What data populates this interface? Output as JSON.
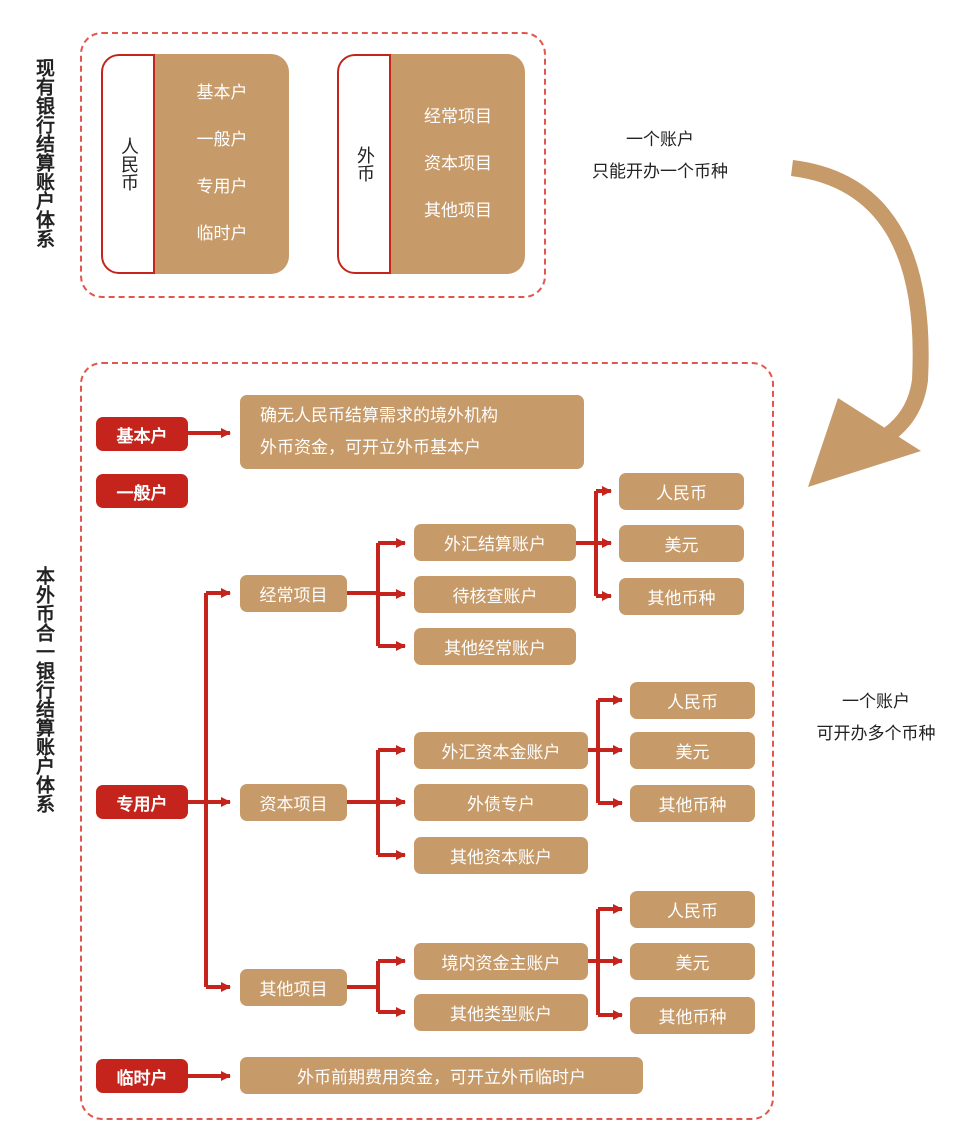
{
  "current_system": {
    "title": "现有银行结算账户体系",
    "rmb_group": {
      "label": "人民币",
      "items": [
        "基本户",
        "一般户",
        "专用户",
        "临时户"
      ]
    },
    "fx_group": {
      "label": "外币",
      "items": [
        "经常项目",
        "资本项目",
        "其他项目"
      ]
    },
    "note": [
      "一个账户",
      "只能开办一个币种"
    ]
  },
  "new_system": {
    "title": "本外币合一银行结算账户体系",
    "note": [
      "一个账户",
      "可开办多个币种"
    ],
    "basic": {
      "label": "基本户",
      "desc": [
        "确无人民币结算需求的境外机构",
        "外币资金，可开立外币基本户"
      ]
    },
    "general": {
      "label": "一般户"
    },
    "special": {
      "label": "专用户",
      "current": {
        "label": "经常项目",
        "accounts": [
          "外汇结算账户",
          "待核查账户",
          "其他经常账户"
        ],
        "currencies": [
          "人民币",
          "美元",
          "其他币种"
        ]
      },
      "capital": {
        "label": "资本项目",
        "accounts": [
          "外汇资本金账户",
          "外债专户",
          "其他资本账户"
        ],
        "currencies": [
          "人民币",
          "美元",
          "其他币种"
        ]
      },
      "other": {
        "label": "其他项目",
        "accounts": [
          "境内资金主账户",
          "其他类型账户"
        ],
        "currencies": [
          "人民币",
          "美元",
          "其他币种"
        ]
      }
    },
    "temporary": {
      "label": "临时户",
      "desc": "外币前期费用资金，可开立外币临时户"
    }
  },
  "colors": {
    "tan": "#c79a69",
    "red": "#c5241c",
    "dashed_border": "#e2564d",
    "curve_arrow": "#c79a69"
  }
}
